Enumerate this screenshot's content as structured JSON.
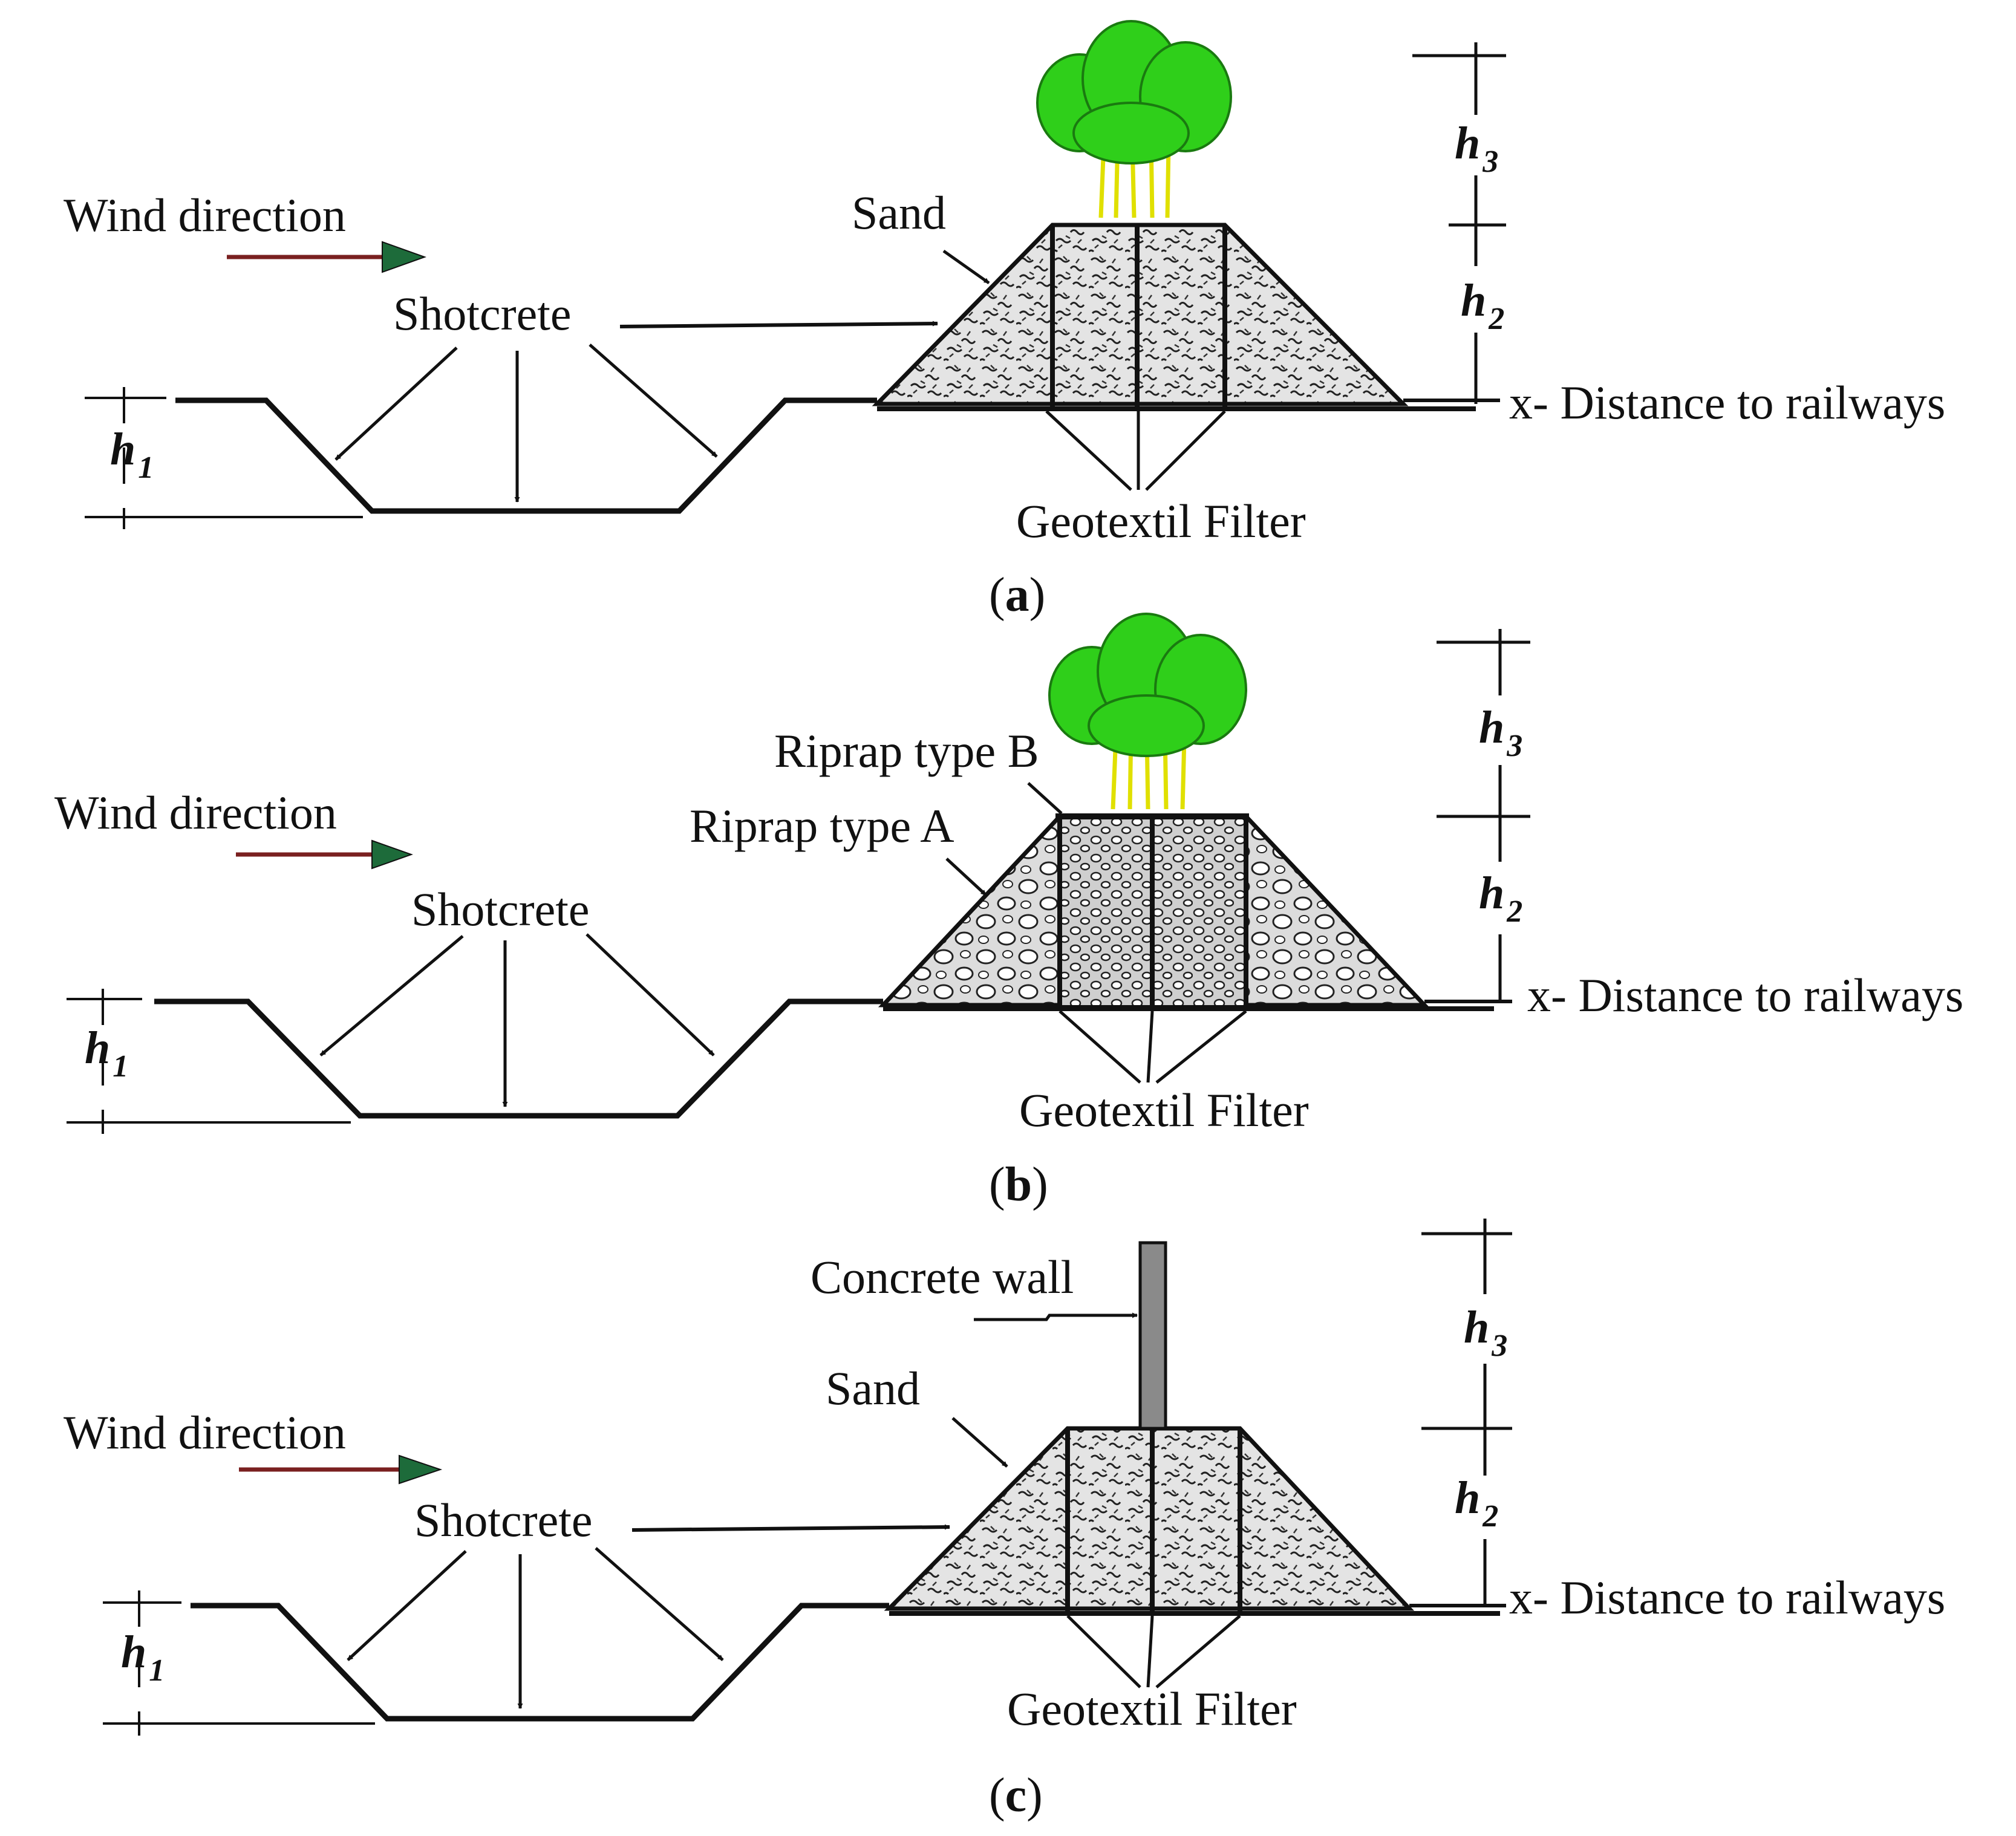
{
  "colors": {
    "wind_arrow_shaft": "#7a2020",
    "wind_arrow_head": "#1d6b3a",
    "vegetation": "#2fcf1a",
    "vegetation_stems": "#e0e000",
    "concrete_wall": "#8a8a8a",
    "ink": "#111111"
  },
  "panels": [
    {
      "caption_letter": "a",
      "labels": {
        "wind": "Wind direction",
        "shotcrete": "Shotcrete",
        "top_material": "Sand",
        "filter": "Geotextil Filter",
        "distance": "x- Distance to railways"
      },
      "h_labels": {
        "h1": "h",
        "h1_sub": "1",
        "h2": "h",
        "h2_sub": "2",
        "h3": "h",
        "h3_sub": "3"
      },
      "top_feature": "vegetation"
    },
    {
      "caption_letter": "b",
      "labels": {
        "wind": "Wind direction",
        "shotcrete": "Shotcrete",
        "riprap_b": "Riprap type B",
        "riprap_a": "Riprap type A",
        "filter": "Geotextil Filter",
        "distance": "x- Distance to railways"
      },
      "h_labels": {
        "h1": "h",
        "h1_sub": "1",
        "h2": "h",
        "h2_sub": "2",
        "h3": "h",
        "h3_sub": "3"
      },
      "top_feature": "vegetation"
    },
    {
      "caption_letter": "c",
      "labels": {
        "wind": "Wind direction",
        "shotcrete": "Shotcrete",
        "top_material": "Sand",
        "wall": "Concrete wall",
        "filter": "Geotextil Filter",
        "distance": "x- Distance to railways"
      },
      "h_labels": {
        "h1": "h",
        "h1_sub": "1",
        "h2": "h",
        "h2_sub": "2",
        "h3": "h",
        "h3_sub": "3"
      },
      "top_feature": "concrete-wall"
    }
  ]
}
